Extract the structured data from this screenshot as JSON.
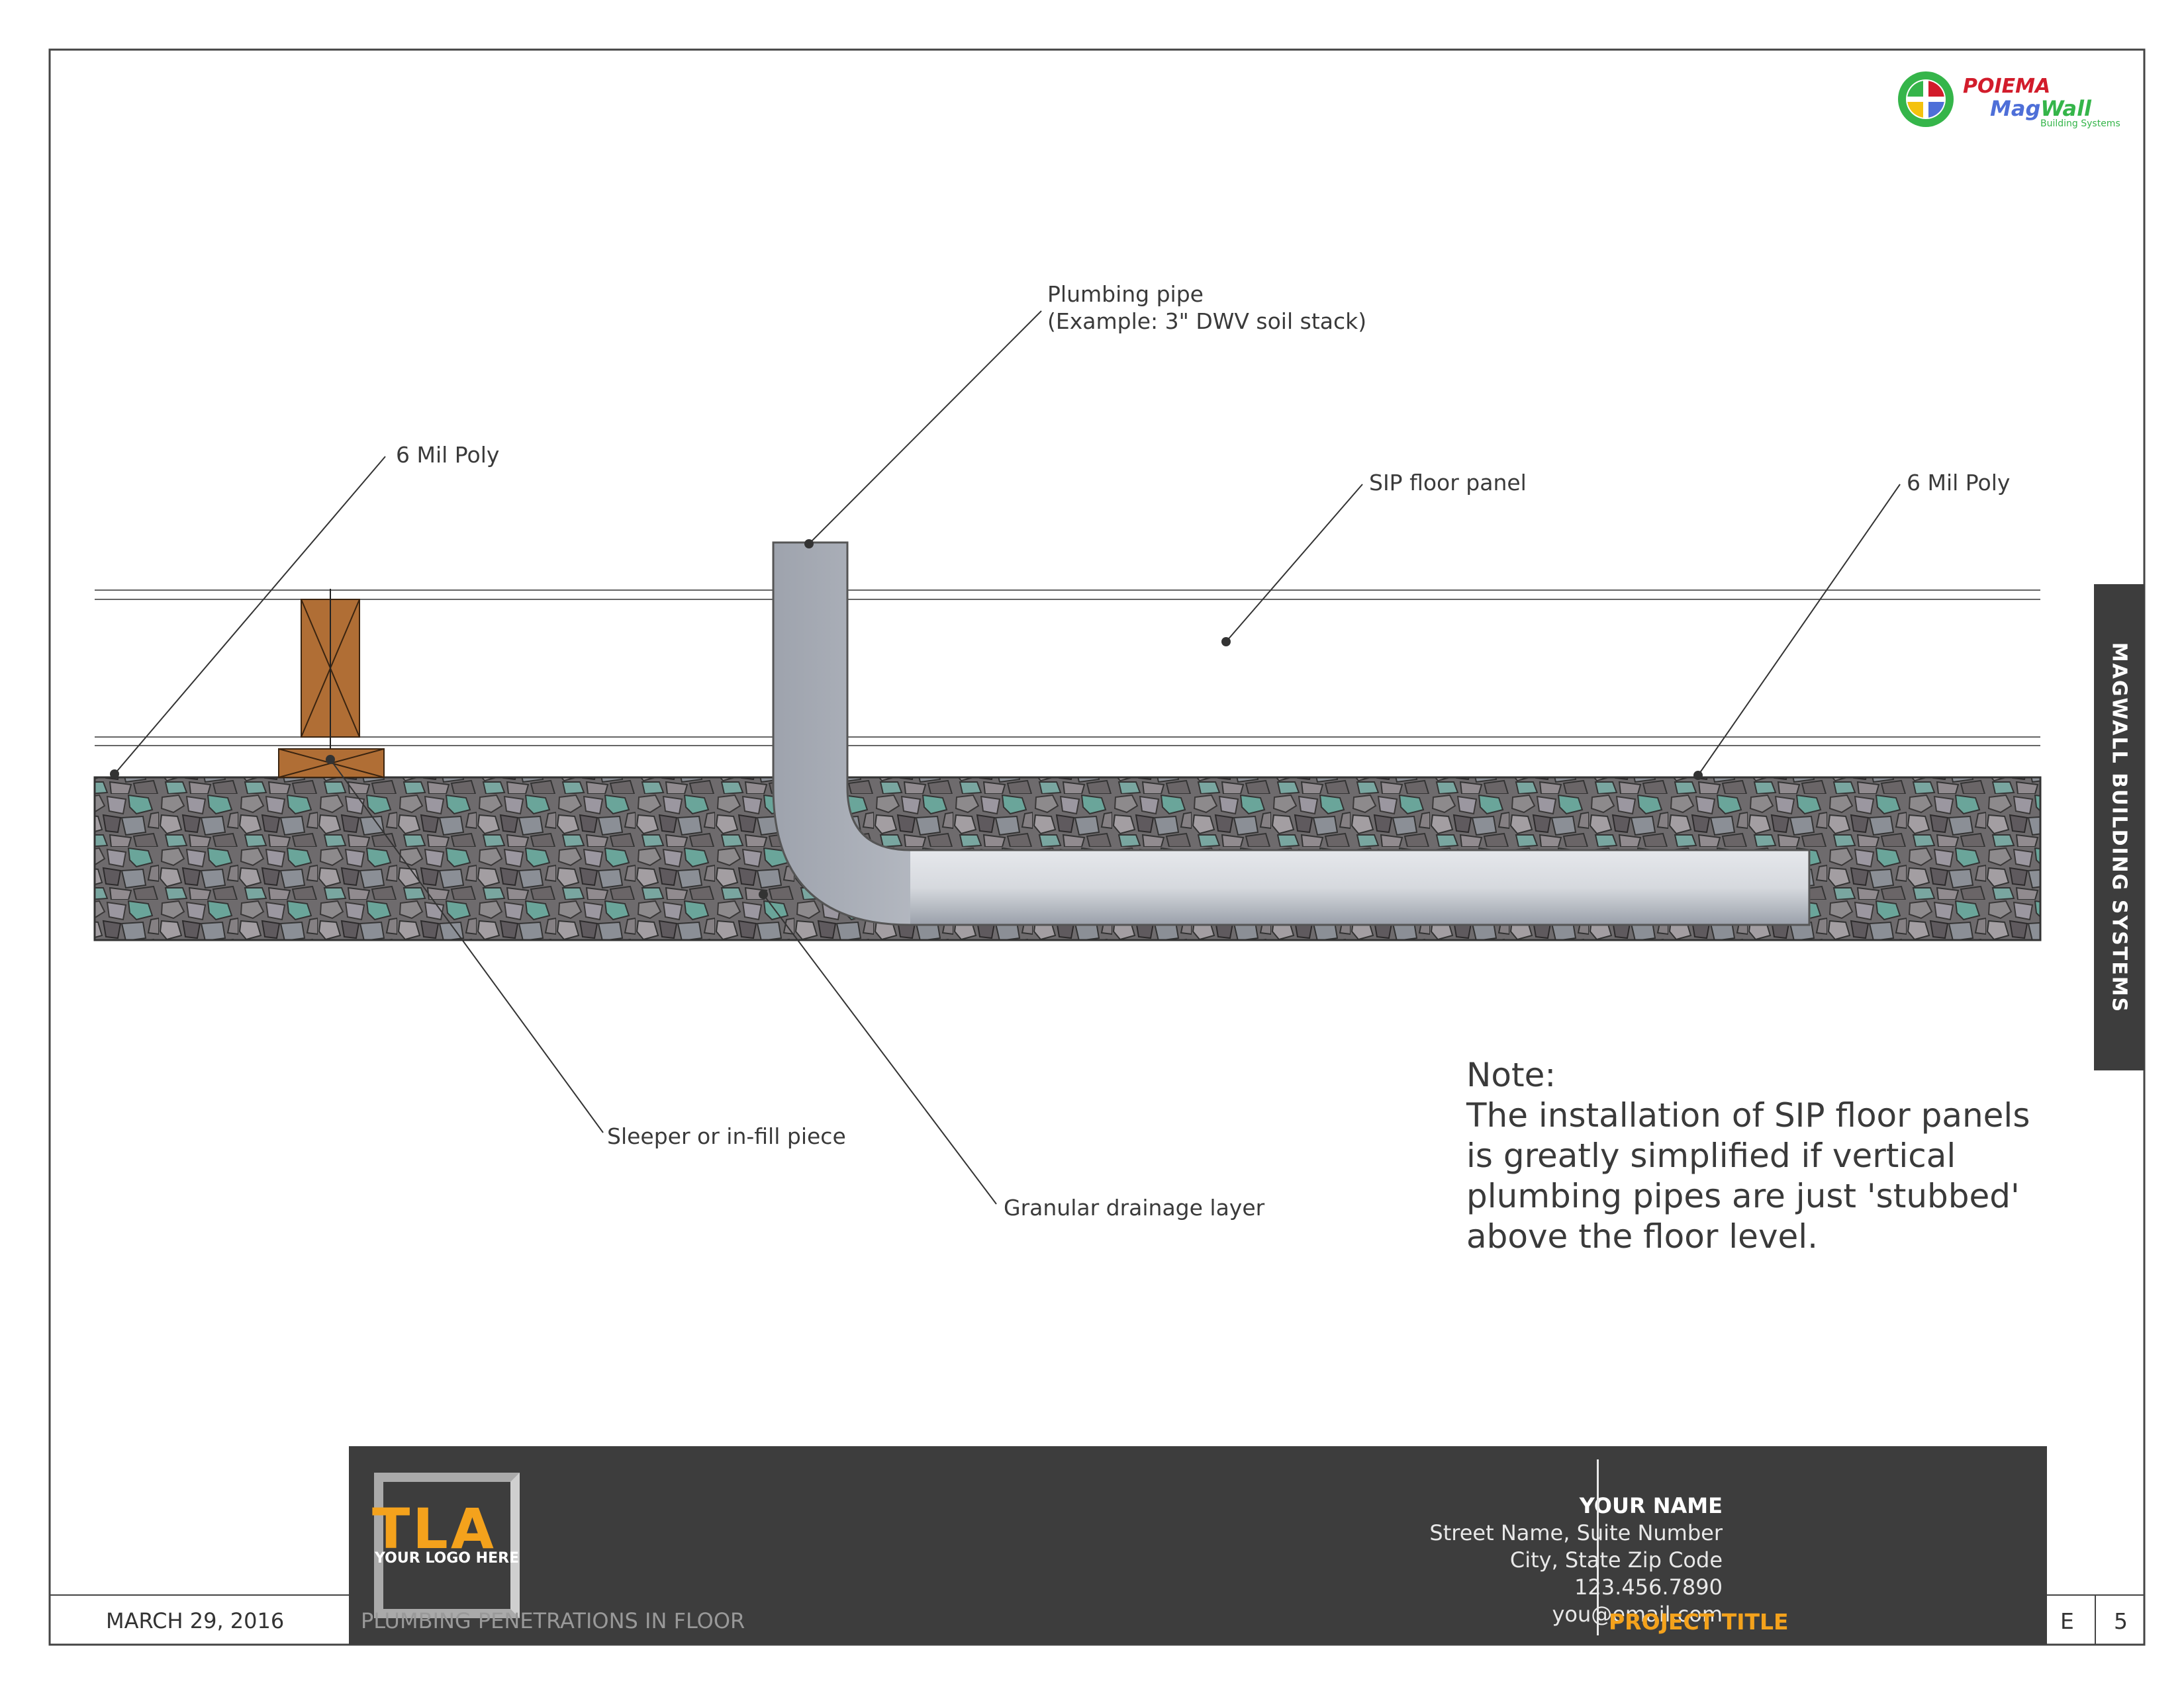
{
  "brand": {
    "name_top": "POIEMA",
    "name_mag": "Mag",
    "name_wall": "Wall",
    "tagline": "Building Systems",
    "colors": {
      "red": "#d21c2b",
      "blue": "#4e6fd8",
      "green": "#35b54a",
      "accent": "#f4a21c"
    }
  },
  "labels": {
    "pipe_line1": "Plumbing pipe",
    "pipe_line2": "(Example: 3\" DWV soil stack)",
    "poly_left": "6 Mil Poly",
    "sip_panel": "SIP floor panel",
    "poly_right": "6 Mil Poly",
    "sleeper": "Sleeper or in-fill piece",
    "drainage": "Granular drainage layer"
  },
  "note": {
    "heading": "Note:",
    "lines": [
      "The installation of SIP floor panels",
      "is greatly simplified if vertical",
      "plumbing pipes are just 'stubbed'",
      "above the floor level."
    ]
  },
  "side_tab": "MAGWALL BUILDING SYSTEMS",
  "title_block": {
    "logo_main": "TLA",
    "logo_sub": "YOUR LOGO HERE",
    "name": "YOUR NAME",
    "street": "Street Name, Suite Number",
    "city": "City, State Zip Code",
    "phone": "123.456.7890",
    "email": "you@email.com",
    "project_title": "PROJECT TITLE",
    "date": "MARCH 29, 2016",
    "sheet_title": "PLUMBING PENETRATIONS IN FLOOR",
    "sheet_letter": "E",
    "sheet_number": "5"
  }
}
